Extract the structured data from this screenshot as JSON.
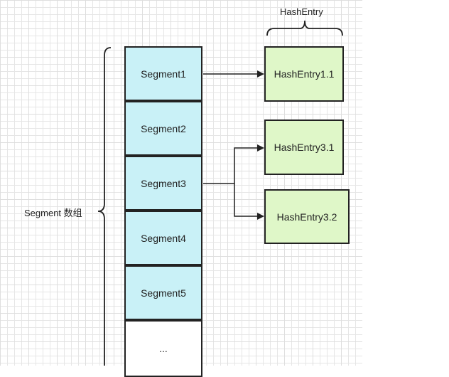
{
  "segment_array_label": "Segment 数组",
  "hash_entry_label": "HashEntry",
  "segments": [
    "Segment1",
    "Segment2",
    "Segment3",
    "Segment4",
    "Segment5",
    "..."
  ],
  "entries": [
    "HashEntry1.1",
    "HashEntry3.1",
    "HashEntry3.2"
  ],
  "colors": {
    "segment_fill": "#c9f1f7",
    "entry_fill": "#dff7c8",
    "stroke": "#222222"
  }
}
